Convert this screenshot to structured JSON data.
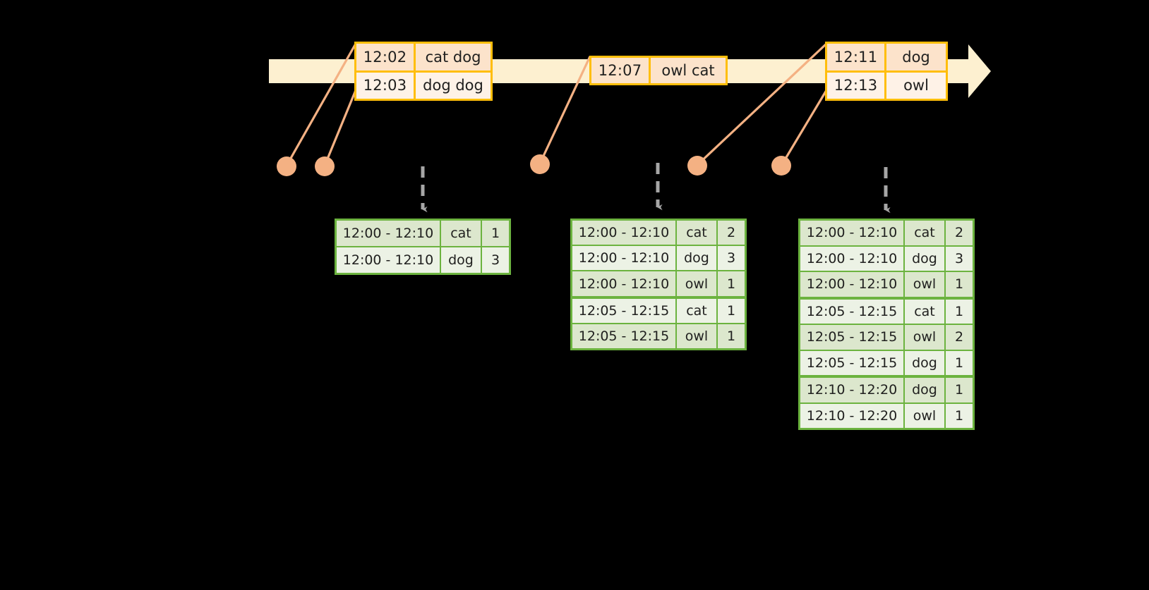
{
  "timeline": {
    "name": "event-stream-timeline",
    "bar_color": "#FDF0D0",
    "border_color": "#FFBE0B",
    "groups": [
      {
        "name": "event-box-1",
        "rows": [
          {
            "time": "12:02",
            "words": "cat dog"
          },
          {
            "time": "12:03",
            "words": "dog dog"
          }
        ]
      },
      {
        "name": "event-box-2",
        "rows": [
          {
            "time": "12:07",
            "words": "owl cat"
          }
        ]
      },
      {
        "name": "event-box-3",
        "rows": [
          {
            "time": "12:11",
            "words": "dog"
          },
          {
            "time": "12:13",
            "words": "owl"
          }
        ]
      }
    ]
  },
  "markers": {
    "name": "event-markers",
    "color": "#F4B183",
    "dots": [
      {
        "label": "marker-12-02"
      },
      {
        "label": "marker-12-03"
      },
      {
        "label": "marker-12-07"
      },
      {
        "label": "marker-12-11"
      },
      {
        "label": "marker-12-13"
      }
    ]
  },
  "arrows": {
    "color": "#A6A6A6",
    "style": "dashed"
  },
  "tables": [
    {
      "name": "aggregation-table-1",
      "border_color": "#6CB33F",
      "rows": [
        {
          "window": "12:00 - 12:10",
          "key": "cat",
          "count": "1",
          "shade": "dark",
          "group_start": false
        },
        {
          "window": "12:00 - 12:10",
          "key": "dog",
          "count": "3",
          "shade": "light",
          "group_start": false
        }
      ]
    },
    {
      "name": "aggregation-table-2",
      "border_color": "#6CB33F",
      "rows": [
        {
          "window": "12:00 - 12:10",
          "key": "cat",
          "count": "2",
          "shade": "dark",
          "group_start": false
        },
        {
          "window": "12:00 - 12:10",
          "key": "dog",
          "count": "3",
          "shade": "light",
          "group_start": false
        },
        {
          "window": "12:00 - 12:10",
          "key": "owl",
          "count": "1",
          "shade": "dark",
          "group_start": false
        },
        {
          "window": "12:05 - 12:15",
          "key": "cat",
          "count": "1",
          "shade": "light",
          "group_start": true
        },
        {
          "window": "12:05 - 12:15",
          "key": "owl",
          "count": "1",
          "shade": "dark",
          "group_start": false
        }
      ]
    },
    {
      "name": "aggregation-table-3",
      "border_color": "#6CB33F",
      "rows": [
        {
          "window": "12:00 - 12:10",
          "key": "cat",
          "count": "2",
          "shade": "dark",
          "group_start": false
        },
        {
          "window": "12:00 - 12:10",
          "key": "dog",
          "count": "3",
          "shade": "light",
          "group_start": false
        },
        {
          "window": "12:00 - 12:10",
          "key": "owl",
          "count": "1",
          "shade": "dark",
          "group_start": false
        },
        {
          "window": "12:05 - 12:15",
          "key": "cat",
          "count": "1",
          "shade": "light",
          "group_start": true
        },
        {
          "window": "12:05 - 12:15",
          "key": "owl",
          "count": "2",
          "shade": "dark",
          "group_start": false
        },
        {
          "window": "12:05 - 12:15",
          "key": "dog",
          "count": "1",
          "shade": "light",
          "group_start": false
        },
        {
          "window": "12:10 - 12:20",
          "key": "dog",
          "count": "1",
          "shade": "dark",
          "group_start": true
        },
        {
          "window": "12:10 - 12:20",
          "key": "owl",
          "count": "1",
          "shade": "light",
          "group_start": false
        }
      ]
    }
  ]
}
